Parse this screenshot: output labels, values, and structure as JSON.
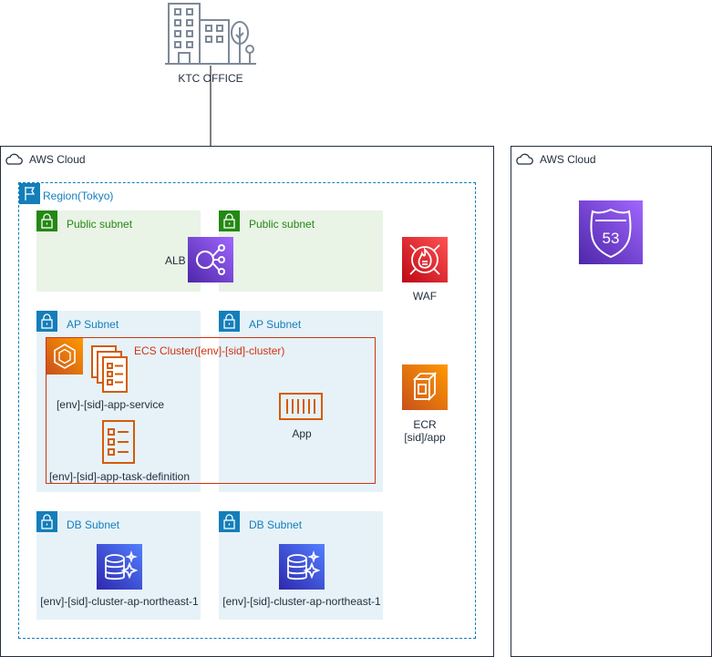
{
  "office": {
    "label": "KTC OFFICE"
  },
  "aws_cloud_left": {
    "title": "AWS Cloud"
  },
  "aws_cloud_right": {
    "title": "AWS Cloud"
  },
  "region": {
    "title": "Region(Tokyo)"
  },
  "subnets": {
    "public_left": "Public subnet",
    "public_right": "Public subnet",
    "ap_left": "AP Subnet",
    "ap_right": "AP Subnet",
    "db_left": "DB Subnet",
    "db_right": "DB Subnet"
  },
  "alb": {
    "label": "ALB"
  },
  "waf": {
    "label": "WAF"
  },
  "ecs": {
    "title": "ECS Cluster([env]-[sid]-cluster)",
    "service_label": "[env]-[sid]-app-service",
    "task_label": "[env]-[sid]-app-task-definition",
    "app_label": "App"
  },
  "ecr": {
    "label_line1": "ECR",
    "label_line2": "[sid]/app"
  },
  "db": {
    "left_label": "[env]-[sid]-cluster-ap-northeast-1",
    "right_label": "[env]-[sid]-cluster-ap-northeast-1"
  },
  "route53": {
    "badge": "53"
  },
  "colors": {
    "security": "#DD344C",
    "networking": "#8C4FFF",
    "compute": "#ED7100",
    "database": "#3B48CC",
    "region_border": "#147EBA",
    "public_subnet": "#248814",
    "private_subnet": "#147EBA",
    "ecs_border": "#D13212"
  }
}
